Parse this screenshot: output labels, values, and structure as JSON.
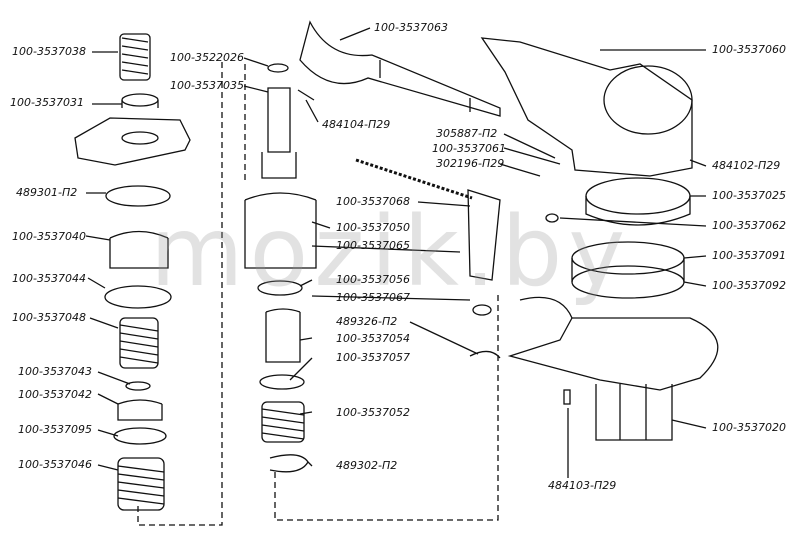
{
  "watermark": "mozik.by",
  "labels": [
    "100-3537038",
    "100-3537031",
    "489301-П2",
    "100-3537040",
    "100-3537044",
    "100-3537048",
    "100-3537043",
    "100-3537042",
    "100-3537095",
    "100-3537046",
    "100-3522026",
    "100-3537035",
    "484104-П29",
    "100-3537063",
    "305887-П2",
    "100-3537061",
    "302196-П29",
    "100-3537068",
    "100-3537050",
    "100-3537065",
    "100-3537056",
    "100-3537067",
    "489326-П2",
    "100-3537054",
    "100-3537057",
    "100-3537052",
    "489302-П2",
    "100-3537060",
    "484102-П29",
    "100-3537025",
    "100-3537062",
    "100-3537091",
    "100-3537092",
    "100-3537020",
    "484103-П29"
  ]
}
